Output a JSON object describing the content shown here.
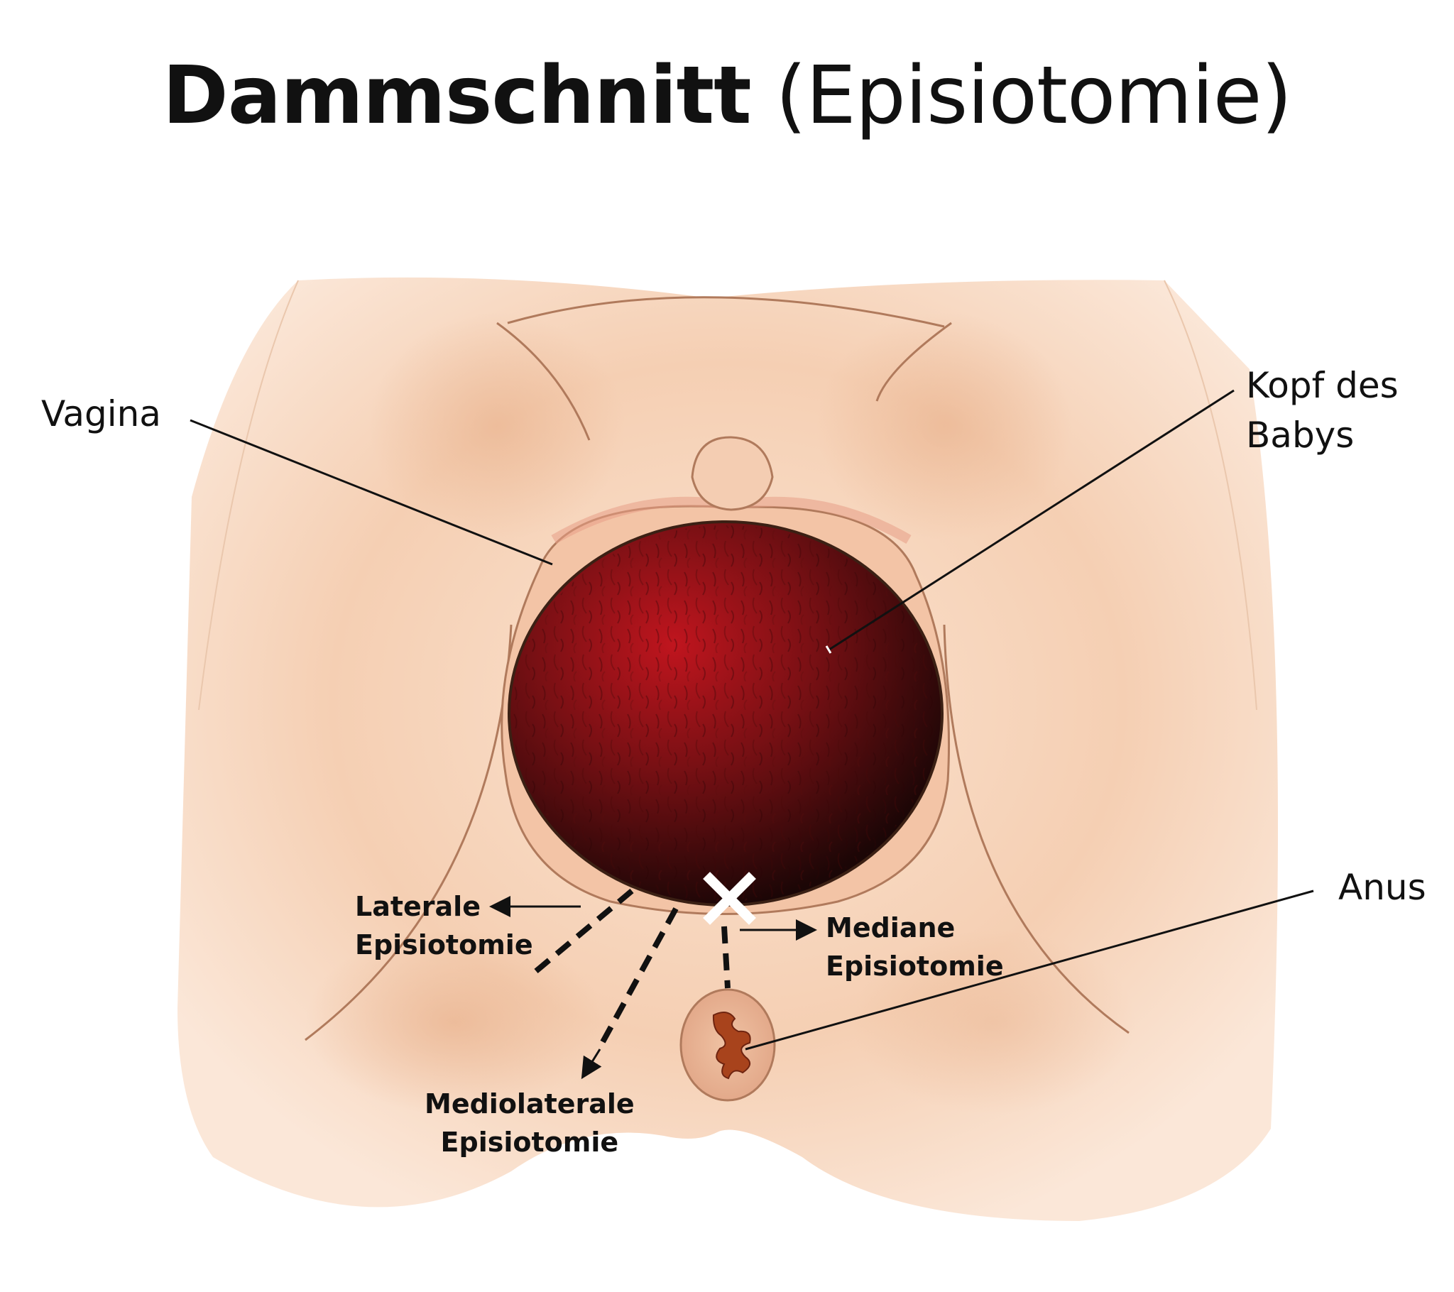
{
  "title": {
    "main": "Dammschnitt",
    "sub": "(Episiotomie)"
  },
  "labels": {
    "vagina": "Vagina",
    "kopf_line1": "Kopf des",
    "kopf_line2": "Babys",
    "anus": "Anus",
    "lateral_line1": "Laterale",
    "lateral_line2": "Episiotomie",
    "median_line1": "Mediane",
    "median_line2": "Episiotomie",
    "mediolateral_line1": "Mediolaterale",
    "mediolateral_line2": "Episiotomie"
  },
  "colors": {
    "skin": "#f6d2b6",
    "skin_shadow": "#e9b48f",
    "outline": "#b07a5c",
    "head_center": "#c0151e",
    "head_edge": "#1b0606",
    "anus": "#a8431c"
  }
}
